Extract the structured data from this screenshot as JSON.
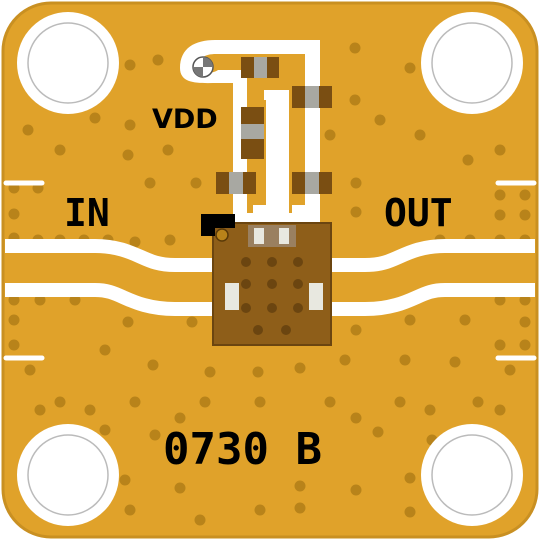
{
  "labels": {
    "vdd": "VDD",
    "in": "IN",
    "out": "OUT",
    "part": "0730 B"
  },
  "colors": {
    "board": "#E0A22A",
    "board_edge": "#C99022",
    "trace": "#FFFFFF",
    "via": "#B8831A",
    "package": "#8E5E19",
    "package_border": "#6B4510",
    "pad_gray": "#9A9A94",
    "component": "#7A4E12",
    "silk": "#000000"
  },
  "icons": {
    "corner_holes": "mounting-hole-icon",
    "test_point": "test-point-icon"
  }
}
